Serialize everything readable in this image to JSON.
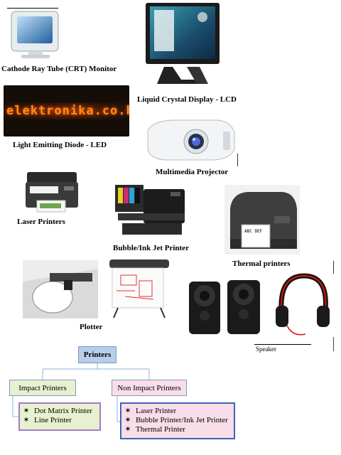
{
  "captions": {
    "crt": "Cathode Ray Tube (CRT)  Monitor",
    "lcd": "Liquid Crystal Display - LCD",
    "led": "Light Emitting Diode - LED",
    "projector": "Multimedia Projector",
    "laser": "Laser Printers",
    "inkjet": "Bubble/Ink Jet Printer",
    "thermal": "Thermal printers",
    "plotter": "Plotter",
    "speaker": "Speaker"
  },
  "led_sign_text": "elektronika.co.hr",
  "label_text": "ABC DEF",
  "tree": {
    "root": "Printers",
    "impact": {
      "title": "Impact Printers",
      "items": [
        "Dot Matrix Printer",
        "Line Printer"
      ]
    },
    "non_impact": {
      "title": "Non Impact Printers",
      "items": [
        "Laser Printer",
        "Bubble Printer/Ink Jet Printer",
        "Thermal Printer"
      ]
    },
    "bullet": "✶"
  },
  "colors": {
    "root_fill": "#b7cdea",
    "impact_fill": "#e7f1cf",
    "non_impact_fill": "#f9dde8",
    "list_border_impact": "#a37bc8",
    "list_border_non_impact": "#3f64b4"
  }
}
